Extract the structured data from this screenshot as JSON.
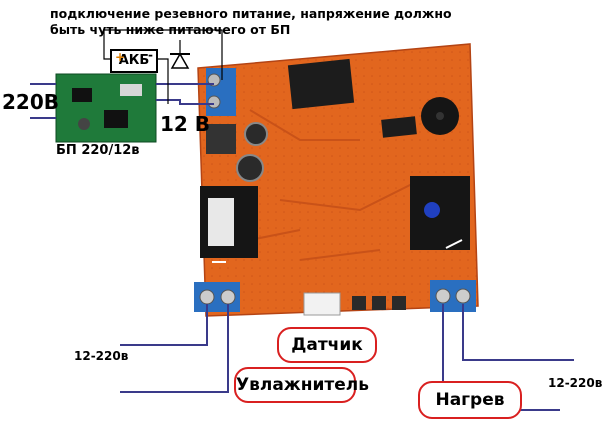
{
  "annotation": {
    "line1": "подключение резевного питание, напряжение должно",
    "line2": "быть чуть ниже питаючего от БП"
  },
  "labels": {
    "mains_220v": "220В",
    "dc_12v": "12 В",
    "psu": "БП 220/12в",
    "battery": "АКБ",
    "plus": "+",
    "minus": "-",
    "sensor": "Датчик",
    "humidifier": "Увлажнитель",
    "heater": "Нагрев",
    "range_left": "12-220в",
    "range_right": "12-220в"
  },
  "colors": {
    "board": "#e0641c",
    "board_dark": "#c4501a",
    "psu_board": "#1f7a3a",
    "terminal": "#2a6fc0",
    "wire": "#3a3a8a",
    "pill_border": "#d92020"
  }
}
